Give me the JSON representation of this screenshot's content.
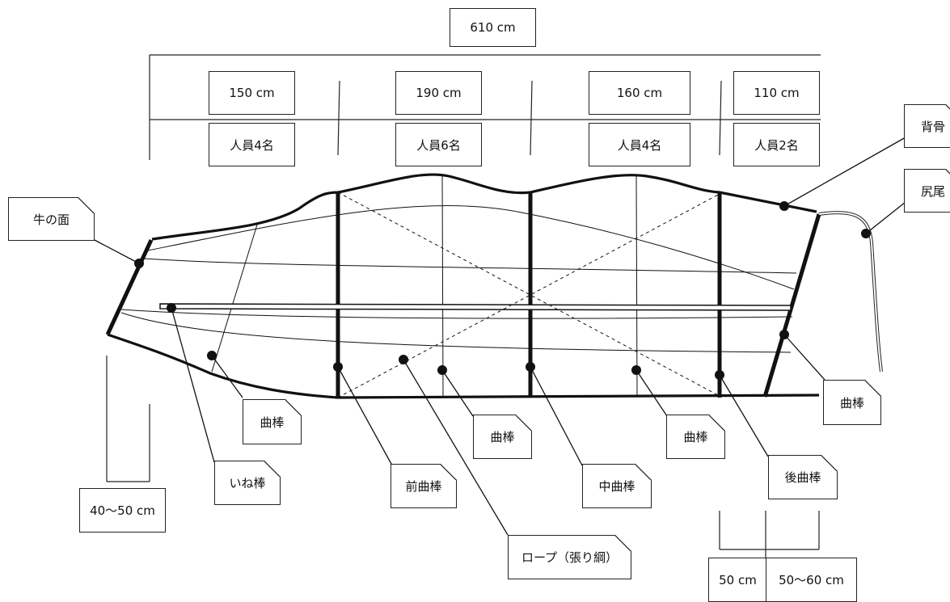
{
  "dimensions": {
    "total": "610 cm",
    "sections": [
      {
        "length": "150 cm",
        "crew": "人員4名"
      },
      {
        "length": "190 cm",
        "crew": "人員6名"
      },
      {
        "length": "160 cm",
        "crew": "人員4名"
      },
      {
        "length": "110 cm",
        "crew": "人員2名"
      }
    ],
    "head_height": "40〜50 cm",
    "tail_left": "50 cm",
    "tail_right": "50〜60 cm"
  },
  "labels": {
    "face": "牛の面",
    "backbone": "背骨",
    "tail": "尻尾",
    "curved_rod_front": "曲棒",
    "ine_rod": "いね棒",
    "front_curved_rod": "前曲棒",
    "rope": "ロープ（張り綱）",
    "curved_rod_mid": "曲棒",
    "center_curved_rod": "中曲棒",
    "curved_rod_rear": "曲棒",
    "rear_curved_rod": "後曲棒",
    "curved_rod_back": "曲棒"
  }
}
